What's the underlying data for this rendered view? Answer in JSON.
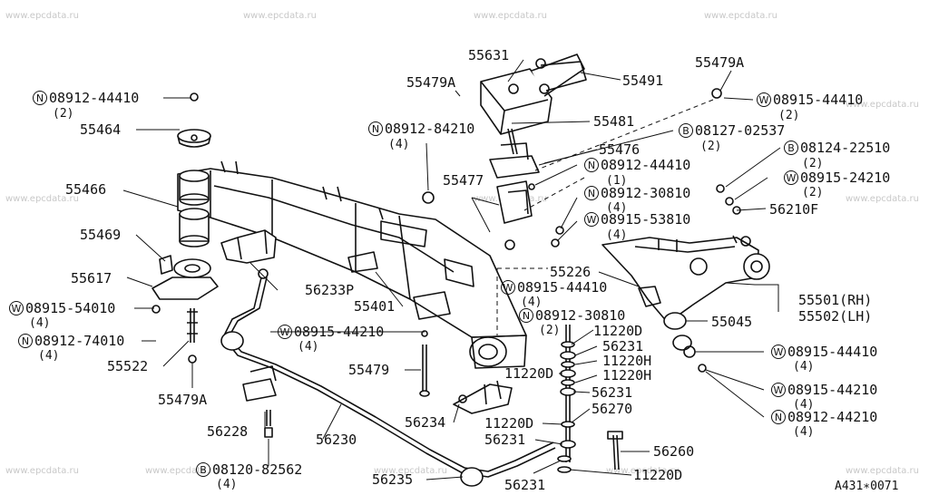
{
  "watermark": "www.epcdata.ru",
  "reference": "A431∗0071",
  "callouts": [
    {
      "id": "c55631",
      "number": "55631"
    },
    {
      "id": "c55491",
      "number": "55491"
    },
    {
      "id": "c55479a_top",
      "number": "55479A"
    },
    {
      "id": "c55479a_mid",
      "number": "55479A"
    },
    {
      "id": "c08912_44410_tl",
      "prefix": "N",
      "number": "08912-44410",
      "qty": "(2)"
    },
    {
      "id": "c08915_44410_tr",
      "prefix": "W",
      "number": "08915-44410",
      "qty": "(2)"
    },
    {
      "id": "c55464",
      "number": "55464"
    },
    {
      "id": "c08912_84210",
      "prefix": "N",
      "number": "08912-84210",
      "qty": "(4)"
    },
    {
      "id": "c55481",
      "number": "55481"
    },
    {
      "id": "c08127_02537",
      "prefix": "B",
      "number": "08127-02537",
      "qty": "(2)"
    },
    {
      "id": "c55476",
      "number": "55476"
    },
    {
      "id": "c08124_22510",
      "prefix": "B",
      "number": "08124-22510",
      "qty": "(2)"
    },
    {
      "id": "c08912_44410_c",
      "prefix": "N",
      "number": "08912-44410",
      "qty": "(1)"
    },
    {
      "id": "c55466",
      "number": "55466"
    },
    {
      "id": "c55477",
      "number": "55477"
    },
    {
      "id": "c08915_24210",
      "prefix": "W",
      "number": "08915-24210",
      "qty": "(2)"
    },
    {
      "id": "c08912_30810_c",
      "prefix": "N",
      "number": "08912-30810",
      "qty": "(4)"
    },
    {
      "id": "c56210f",
      "number": "56210F"
    },
    {
      "id": "c08915_53810",
      "prefix": "W",
      "number": "08915-53810",
      "qty": "(4)"
    },
    {
      "id": "c55469",
      "number": "55469"
    },
    {
      "id": "c55226",
      "number": "55226"
    },
    {
      "id": "c55617",
      "number": "55617"
    },
    {
      "id": "c56233p",
      "number": "56233P"
    },
    {
      "id": "c08915_44410_m",
      "prefix": "W",
      "number": "08915-44410",
      "qty": "(4)"
    },
    {
      "id": "c55501",
      "number": "55501(RH)"
    },
    {
      "id": "c55502",
      "number": "55502(LH)"
    },
    {
      "id": "c08915_54010",
      "prefix": "W",
      "number": "08915-54010",
      "qty": "(4)"
    },
    {
      "id": "c55401",
      "number": "55401"
    },
    {
      "id": "c08912_30810_m",
      "prefix": "N",
      "number": "08912-30810",
      "qty": "(2)"
    },
    {
      "id": "c55045",
      "number": "55045"
    },
    {
      "id": "c11220d_1",
      "number": "11220D"
    },
    {
      "id": "c08912_74010",
      "prefix": "N",
      "number": "08912-74010",
      "qty": "(4)"
    },
    {
      "id": "c08915_44210_l",
      "prefix": "W",
      "number": "08915-44210",
      "qty": "(4)"
    },
    {
      "id": "c56231_1",
      "number": "56231"
    },
    {
      "id": "c08915_44410_r",
      "prefix": "W",
      "number": "08915-44410",
      "qty": "(4)"
    },
    {
      "id": "c55522",
      "number": "55522"
    },
    {
      "id": "c11220h_1",
      "number": "11220H"
    },
    {
      "id": "c55479",
      "number": "55479"
    },
    {
      "id": "c11220d_2",
      "number": "11220D"
    },
    {
      "id": "c11220h_2",
      "number": "11220H"
    },
    {
      "id": "c08915_44210_r",
      "prefix": "W",
      "number": "08915-44210",
      "qty": "(4)"
    },
    {
      "id": "c56231_2",
      "number": "56231"
    },
    {
      "id": "c55479a_bl",
      "number": "55479A"
    },
    {
      "id": "c56234",
      "number": "56234"
    },
    {
      "id": "c56270",
      "number": "56270"
    },
    {
      "id": "c08912_44210_r",
      "prefix": "N",
      "number": "08912-44210",
      "qty": "(4)"
    },
    {
      "id": "c56228",
      "number": "56228"
    },
    {
      "id": "c11220d_3",
      "number": "11220D"
    },
    {
      "id": "c56231_3",
      "number": "56231"
    },
    {
      "id": "c56230",
      "number": "56230"
    },
    {
      "id": "c56260",
      "number": "56260"
    },
    {
      "id": "c08120_82562",
      "prefix": "B",
      "number": "08120-82562",
      "qty": "(4)"
    },
    {
      "id": "c56235",
      "number": "56235"
    },
    {
      "id": "c56231_4",
      "number": "56231"
    },
    {
      "id": "c11220d_4",
      "number": "11220D"
    }
  ]
}
